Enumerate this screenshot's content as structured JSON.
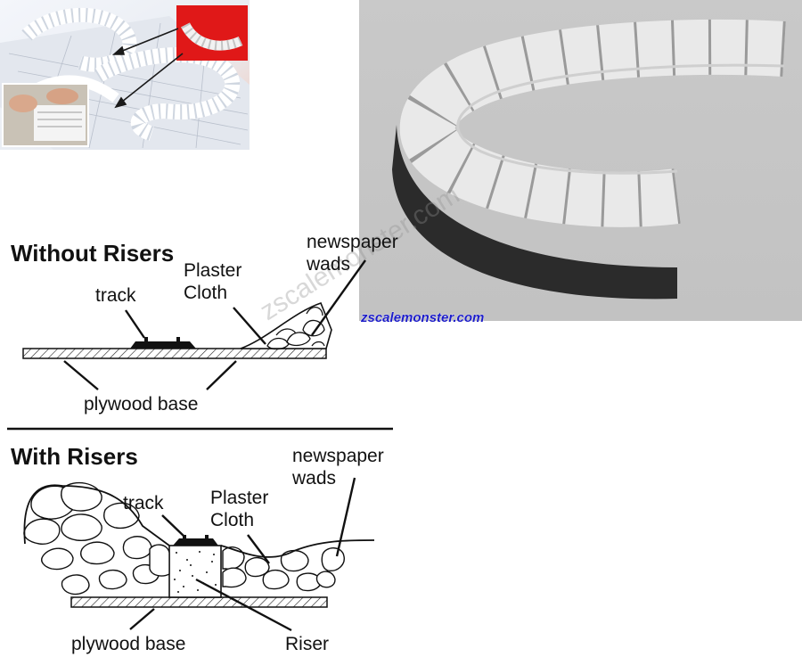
{
  "without_risers": {
    "heading": "Without Risers",
    "labels": {
      "track": "track",
      "plaster_cloth_line1": "Plaster",
      "plaster_cloth_line2": "Cloth",
      "newspaper_wads_line1": "newspaper",
      "newspaper_wads_line2": "wads",
      "plywood_base": "plywood base"
    }
  },
  "with_risers": {
    "heading": "With Risers",
    "labels": {
      "track": "track",
      "plaster_cloth_line1": "Plaster",
      "plaster_cloth_line2": "Cloth",
      "newspaper_wads_line1": "newspaper",
      "newspaper_wads_line2": "wads",
      "plywood_base": "plywood base",
      "riser": "Riser"
    }
  },
  "brand": {
    "website": "zscalemonster.com",
    "watermark": "zscalemonster.com"
  },
  "colors": {
    "photo_background": "#c8c8c8",
    "inset_red": "#e01818",
    "foam": "#f2f2f2",
    "brand_blue": "#1c1cc8"
  }
}
